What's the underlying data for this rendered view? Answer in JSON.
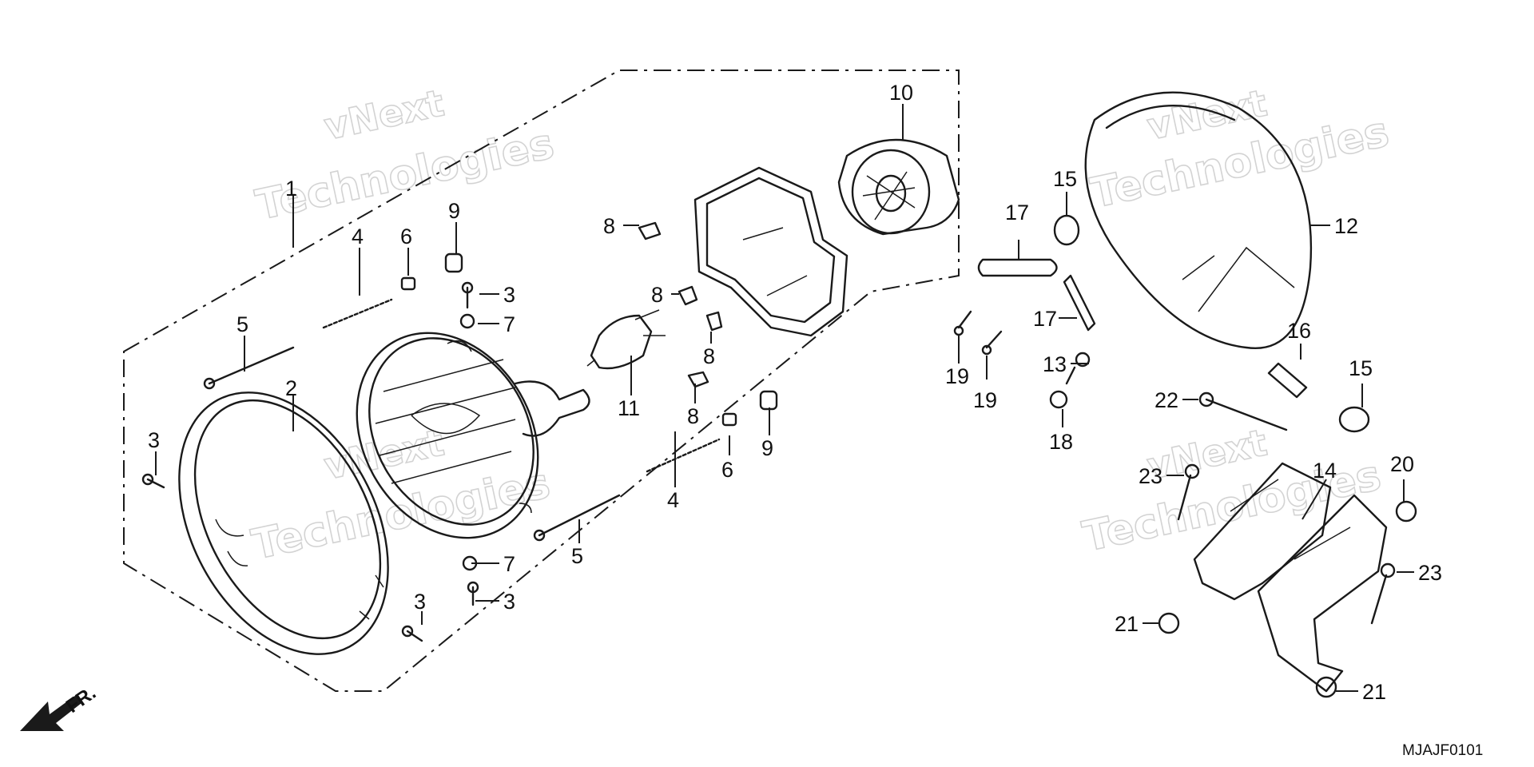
{
  "diagram": {
    "diagram_code": "MJAJF0101",
    "direction_label": "FR.",
    "watermark": {
      "line1": "vNext",
      "line2": "Technologies"
    },
    "callouts": [
      {
        "id": "c1",
        "label": "1"
      },
      {
        "id": "c2",
        "label": "2"
      },
      {
        "id": "c3a",
        "label": "3"
      },
      {
        "id": "c3b",
        "label": "3"
      },
      {
        "id": "c3c",
        "label": "3"
      },
      {
        "id": "c3d",
        "label": "3"
      },
      {
        "id": "c4a",
        "label": "4"
      },
      {
        "id": "c4b",
        "label": "4"
      },
      {
        "id": "c5a",
        "label": "5"
      },
      {
        "id": "c5b",
        "label": "5"
      },
      {
        "id": "c6a",
        "label": "6"
      },
      {
        "id": "c6b",
        "label": "6"
      },
      {
        "id": "c7a",
        "label": "7"
      },
      {
        "id": "c7b",
        "label": "7"
      },
      {
        "id": "c8a",
        "label": "8"
      },
      {
        "id": "c8b",
        "label": "8"
      },
      {
        "id": "c8c",
        "label": "8"
      },
      {
        "id": "c8d",
        "label": "8"
      },
      {
        "id": "c9a",
        "label": "9"
      },
      {
        "id": "c9b",
        "label": "9"
      },
      {
        "id": "c10",
        "label": "10"
      },
      {
        "id": "c11",
        "label": "11"
      },
      {
        "id": "c12",
        "label": "12"
      },
      {
        "id": "c13",
        "label": "13"
      },
      {
        "id": "c14",
        "label": "14"
      },
      {
        "id": "c15a",
        "label": "15"
      },
      {
        "id": "c15b",
        "label": "15"
      },
      {
        "id": "c16",
        "label": "16"
      },
      {
        "id": "c17a",
        "label": "17"
      },
      {
        "id": "c17b",
        "label": "17"
      },
      {
        "id": "c18",
        "label": "18"
      },
      {
        "id": "c19a",
        "label": "19"
      },
      {
        "id": "c19b",
        "label": "19"
      },
      {
        "id": "c20",
        "label": "20"
      },
      {
        "id": "c21a",
        "label": "21"
      },
      {
        "id": "c21b",
        "label": "21"
      },
      {
        "id": "c22",
        "label": "22"
      },
      {
        "id": "c23a",
        "label": "23"
      },
      {
        "id": "c23b",
        "label": "23"
      }
    ]
  }
}
